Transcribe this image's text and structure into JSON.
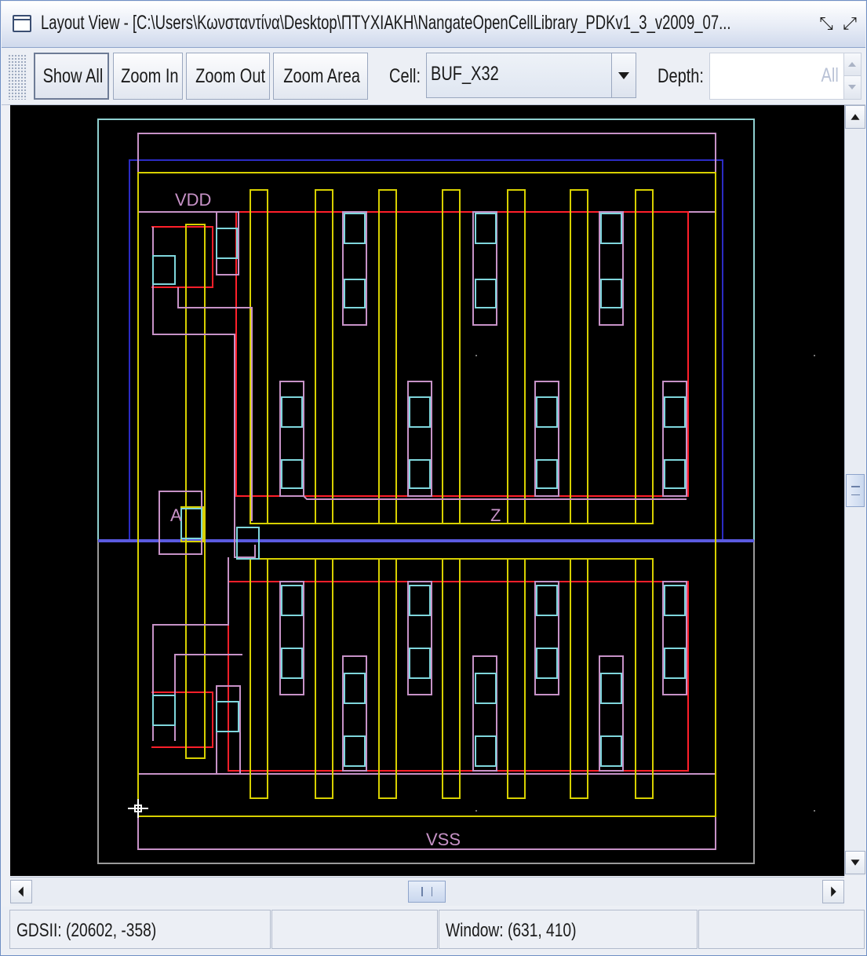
{
  "window": {
    "title": "Layout View - [C:\\Users\\Κωνσταντίνα\\Desktop\\ΠΤΥΧΙΑΚΗ\\NangateOpenCellLibrary_PDKv1_3_v2009_07...",
    "restore_glyph": "⤡",
    "maximize_glyph": "⤢"
  },
  "toolbar": {
    "show_all": "Show All",
    "zoom_in": "Zoom In",
    "zoom_out": "Zoom Out",
    "zoom_area": "Zoom Area",
    "cell_label": "Cell:",
    "cell_value": "BUF_X32",
    "depth_label": "Depth:",
    "depth_value": "All"
  },
  "layout": {
    "labels": {
      "vdd": "VDD",
      "vss": "VSS",
      "a": "A",
      "z": "Z"
    },
    "colors": {
      "background": "#000000",
      "boundary": "#8fd0d0",
      "metal1": "#c792c7",
      "poly": "#d7d000",
      "active": "#ff1f2a",
      "nwell": "#2b2bc4",
      "contact": "#7fd6dc"
    }
  },
  "status": {
    "gds": "GDSII: (20602, -358)",
    "window": "Window: (631, 410)"
  },
  "icons": {
    "window": "window-icon",
    "scroll_up": "arrow-up-icon",
    "scroll_down": "arrow-down-icon",
    "scroll_left": "arrow-left-icon",
    "scroll_right": "arrow-right-icon",
    "combo": "chevron-down-icon"
  }
}
